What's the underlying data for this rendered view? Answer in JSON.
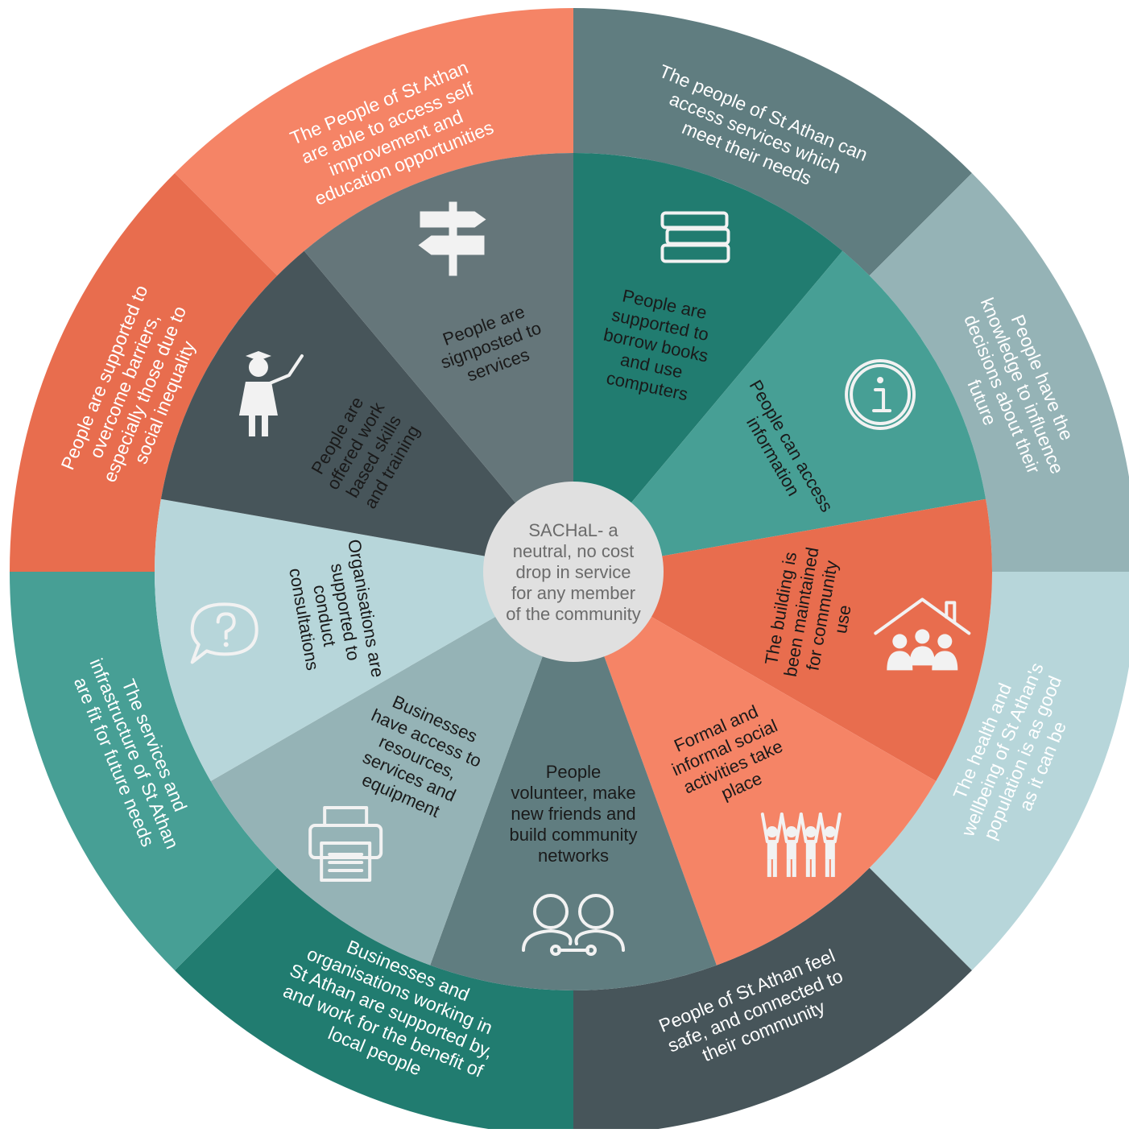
{
  "center": {
    "lines": [
      "SACHaL- a",
      "neutral, no cost",
      "drop in service",
      "for any member",
      "of the community"
    ],
    "color": "#e0e0e0"
  },
  "outer_ring": [
    {
      "lines": [
        "The People of St Athan",
        "are able to access self",
        "improvement and",
        "education opportunities"
      ],
      "color": "#f58466"
    },
    {
      "lines": [
        "The people of St Athan can",
        "access services which",
        "meet their needs"
      ],
      "color": "#607d80"
    },
    {
      "lines": [
        "People have the",
        "knowledge to influence",
        "decisions about their",
        "future"
      ],
      "color": "#95b3b6"
    },
    {
      "lines": [
        "The health and",
        "wellbeing of St Athan's",
        "population is as good",
        "as it can be"
      ],
      "color": "#b7d6da"
    },
    {
      "lines": [
        "People of St Athan feel",
        "safe, and connected to",
        "their community"
      ],
      "color": "#47555a"
    },
    {
      "lines": [
        "Businesses and",
        "organisations working in",
        "St Athan are supported by,",
        "and work for the benefit of",
        "local people"
      ],
      "color": "#217c70"
    },
    {
      "lines": [
        "The services and",
        "infrastructure of St Athan",
        "are fit for future needs"
      ],
      "color": "#479f95"
    },
    {
      "lines": [
        "People are supported to",
        "overcome barriers,",
        "especially those due to",
        "social inequality"
      ],
      "color": "#e86d4e"
    }
  ],
  "inner_ring": [
    {
      "lines": [
        "People are",
        "supported to",
        "borrow books",
        "and use",
        "computers"
      ],
      "color": "#217c70",
      "icon": "books-icon"
    },
    {
      "lines": [
        "People can access",
        "information"
      ],
      "color": "#479f95",
      "icon": "info-icon"
    },
    {
      "lines": [
        "The building is",
        "been maintained",
        "for  community",
        "use"
      ],
      "color": "#e86d4e",
      "icon": "house-people-icon"
    },
    {
      "lines": [
        "Formal and",
        "informal social",
        "activities take",
        "place"
      ],
      "color": "#f58466",
      "icon": "cheering-people-icon"
    },
    {
      "lines": [
        "People",
        "volunteer, make",
        "new friends and",
        "build community",
        "networks"
      ],
      "color": "#607d80",
      "icon": "connected-people-icon"
    },
    {
      "lines": [
        "Businesses",
        "have  access to",
        "resources,",
        "services and",
        "equipment"
      ],
      "color": "#95b3b6",
      "icon": "printer-icon"
    },
    {
      "lines": [
        "Organisations are",
        "supported to",
        "conduct",
        "consultations"
      ],
      "color": "#b7d6da",
      "icon": "speech-question-icon"
    },
    {
      "lines": [
        "People are",
        "offered work",
        "based skills",
        "and training"
      ],
      "color": "#47555a",
      "icon": "teacher-icon"
    },
    {
      "lines": [
        "People are",
        "signposted to",
        "services"
      ],
      "color": "#65767a",
      "icon": "signpost-icon"
    }
  ]
}
